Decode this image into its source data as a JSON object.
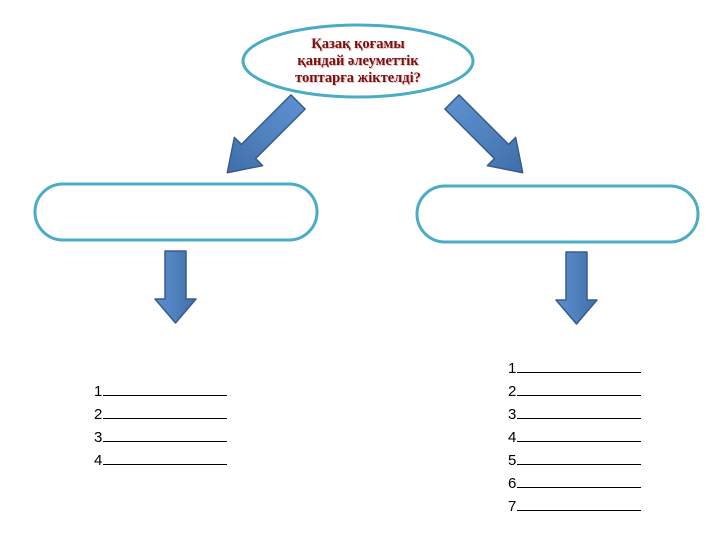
{
  "diagram": {
    "question": "Қазақ қоғамы\nқандай әлеуметтік\nтоптарға жіктелді?",
    "left_list": [
      "1",
      "2",
      "3",
      "4"
    ],
    "right_list": [
      "1",
      "2",
      "3",
      "4",
      "5",
      "6",
      "7"
    ]
  },
  "colors": {
    "shape_outline": "#4bacc6",
    "arrow_fill": "#4f81bd",
    "arrow_outline": "#385d8a",
    "question_text": "#7a1010"
  }
}
